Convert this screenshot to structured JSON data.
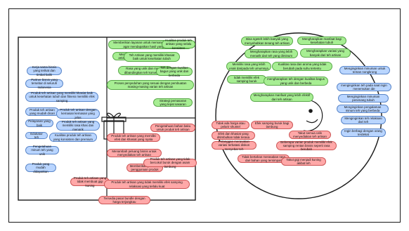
{
  "colors": {
    "green": "#a7ee93",
    "blue": "#b9d5ff",
    "red": "#ffa8a8",
    "line": "#1a1a1a"
  },
  "icons": {
    "left_figure": "gift-box-icon",
    "right_figure": "round-face-icon"
  },
  "left": {
    "green": [
      "Memberikan layanan untuk memandu para pelanggan agar mendapatkan hasil yang maksimal",
      "Kualitas produk teh artisan yang selalu konsisten",
      "Memiliki variasi teh artisan yang banyak",
      "Teh Artisan yang memiliki khasiat baik untuk kesehatan tubuh",
      "Rasa yang unik dan menarik dibandingkan teh konvensional",
      "Teh dengan kualitas bagus yang unik dan berbeda",
      "Proses penyeduhan yang sesuai dengan pembuatan masing-masing varian teh artisan",
      "Strategi pemasaran yang tepat sasaran"
    ],
    "blue": [
      "Kerja sama bisnis yang terikat dan timbal balik",
      "Partner bisnis yang tersebar di seluruh Indonesia",
      "Produk teh artisan yang memiliki khasiat baik untuk kesehatan tubuh dan fitness memiliki efek samping",
      "Produk teh artisan yang mudah dicari",
      "Produk teh artisan dengan kemasan kemasan yang jelas",
      "Pelayanan yang baik",
      "Produk teh artisan yang memiliki rasa khas dan menarik",
      "Edukator teh",
      "Kualitas produk teh artisan yang konsisten dan premium",
      "Pengetahuan minum teh yang unik",
      "Produk yang mudah didapatkan"
    ],
    "red": [
      "Pengetahuan bahan baku untuk produk teh artisan",
      "Produk teh artisan yang memiliki efek dan khasiat yang nyata",
      "Menambah peluang bisnis untuk menyediakan teh artisan",
      "Memberikan panduan penggunaan produk",
      "Produk teh artisan yang tidak bercokol buruk dengan asam lambung",
      "Produk teh artisan yang tidak membuat gigi kuning",
      "Produk teh artisan yang tidak memiliki efek samping relaksasi yang terlalu kuat",
      "Tersedia pasar bundle dengan harga terjangkau"
    ]
  },
  "right": {
    "green": [
      "Bisa ngeteh lebih banyak yang menyebabkan tenang teh artisan",
      "Mengharapkan manfaat bagi kesehatan tubuh",
      "Mengharapkan rasa yang lebih menarik dari teh yang diminum",
      "Mengharapkan variasi yang banyak dari teh artisan",
      "Memiliki rasa yang lebih enak daripada teh umumnya",
      "Kualitas rasa dan aroma yang tidak berubah pada suhu tertentu",
      "tidak memiliki efek samping buruk",
      "mengharapkan teh dengan kualitas bagus yang unik dan berbeda",
      "Mengharapkan manfaat yang lebih efektif dari teh artisan"
    ],
    "blue": [
      "Menginginkan minuman untuk teman nongkrong",
      "menginginkan teh pada saat ingin menemukan ide",
      "Menginginkan minuman penenang tubuh",
      "Menginginkan pengalaman minum teh yang berbeda",
      "Menginginkan teh relaksasi dari teh",
      "Ingin berbagi dengan orang terdekat"
    ],
    "red": [
      "Tidak ada harga atau pelarir shuntel",
      "Efek samping buruk bagi lambung",
      "Efek dan khasiat yang ditimbulkan tidak terasa",
      "Takut semua cafe menyediakan teh artisan",
      "Pelanggan merasakan variasi terbatasi diskon menyebar teh",
      "Beberapa varian produk memiliki efek samping rentan bisnis seperti rasa berubah",
      "Tidak bertahan merasakan rasa dari bahan yang tersimpan",
      "Takut gigi menjadi kuning akibat teh"
    ]
  }
}
